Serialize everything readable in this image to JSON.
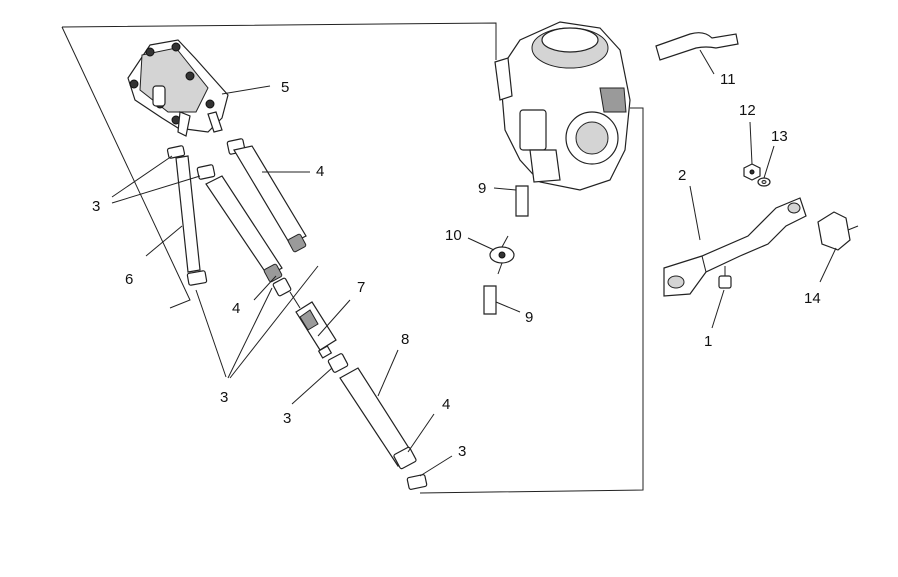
{
  "callouts": {
    "c1": "1",
    "c2": "2",
    "c3a": "3",
    "c3b": "3",
    "c3c": "3",
    "c3d": "3",
    "c4a": "4",
    "c4b": "4",
    "c4c": "4",
    "c5": "5",
    "c6": "6",
    "c7": "7",
    "c8": "8",
    "c9a": "9",
    "c9b": "9",
    "c10": "10",
    "c11": "11",
    "c12": "12",
    "c13": "13",
    "c14": "14"
  }
}
